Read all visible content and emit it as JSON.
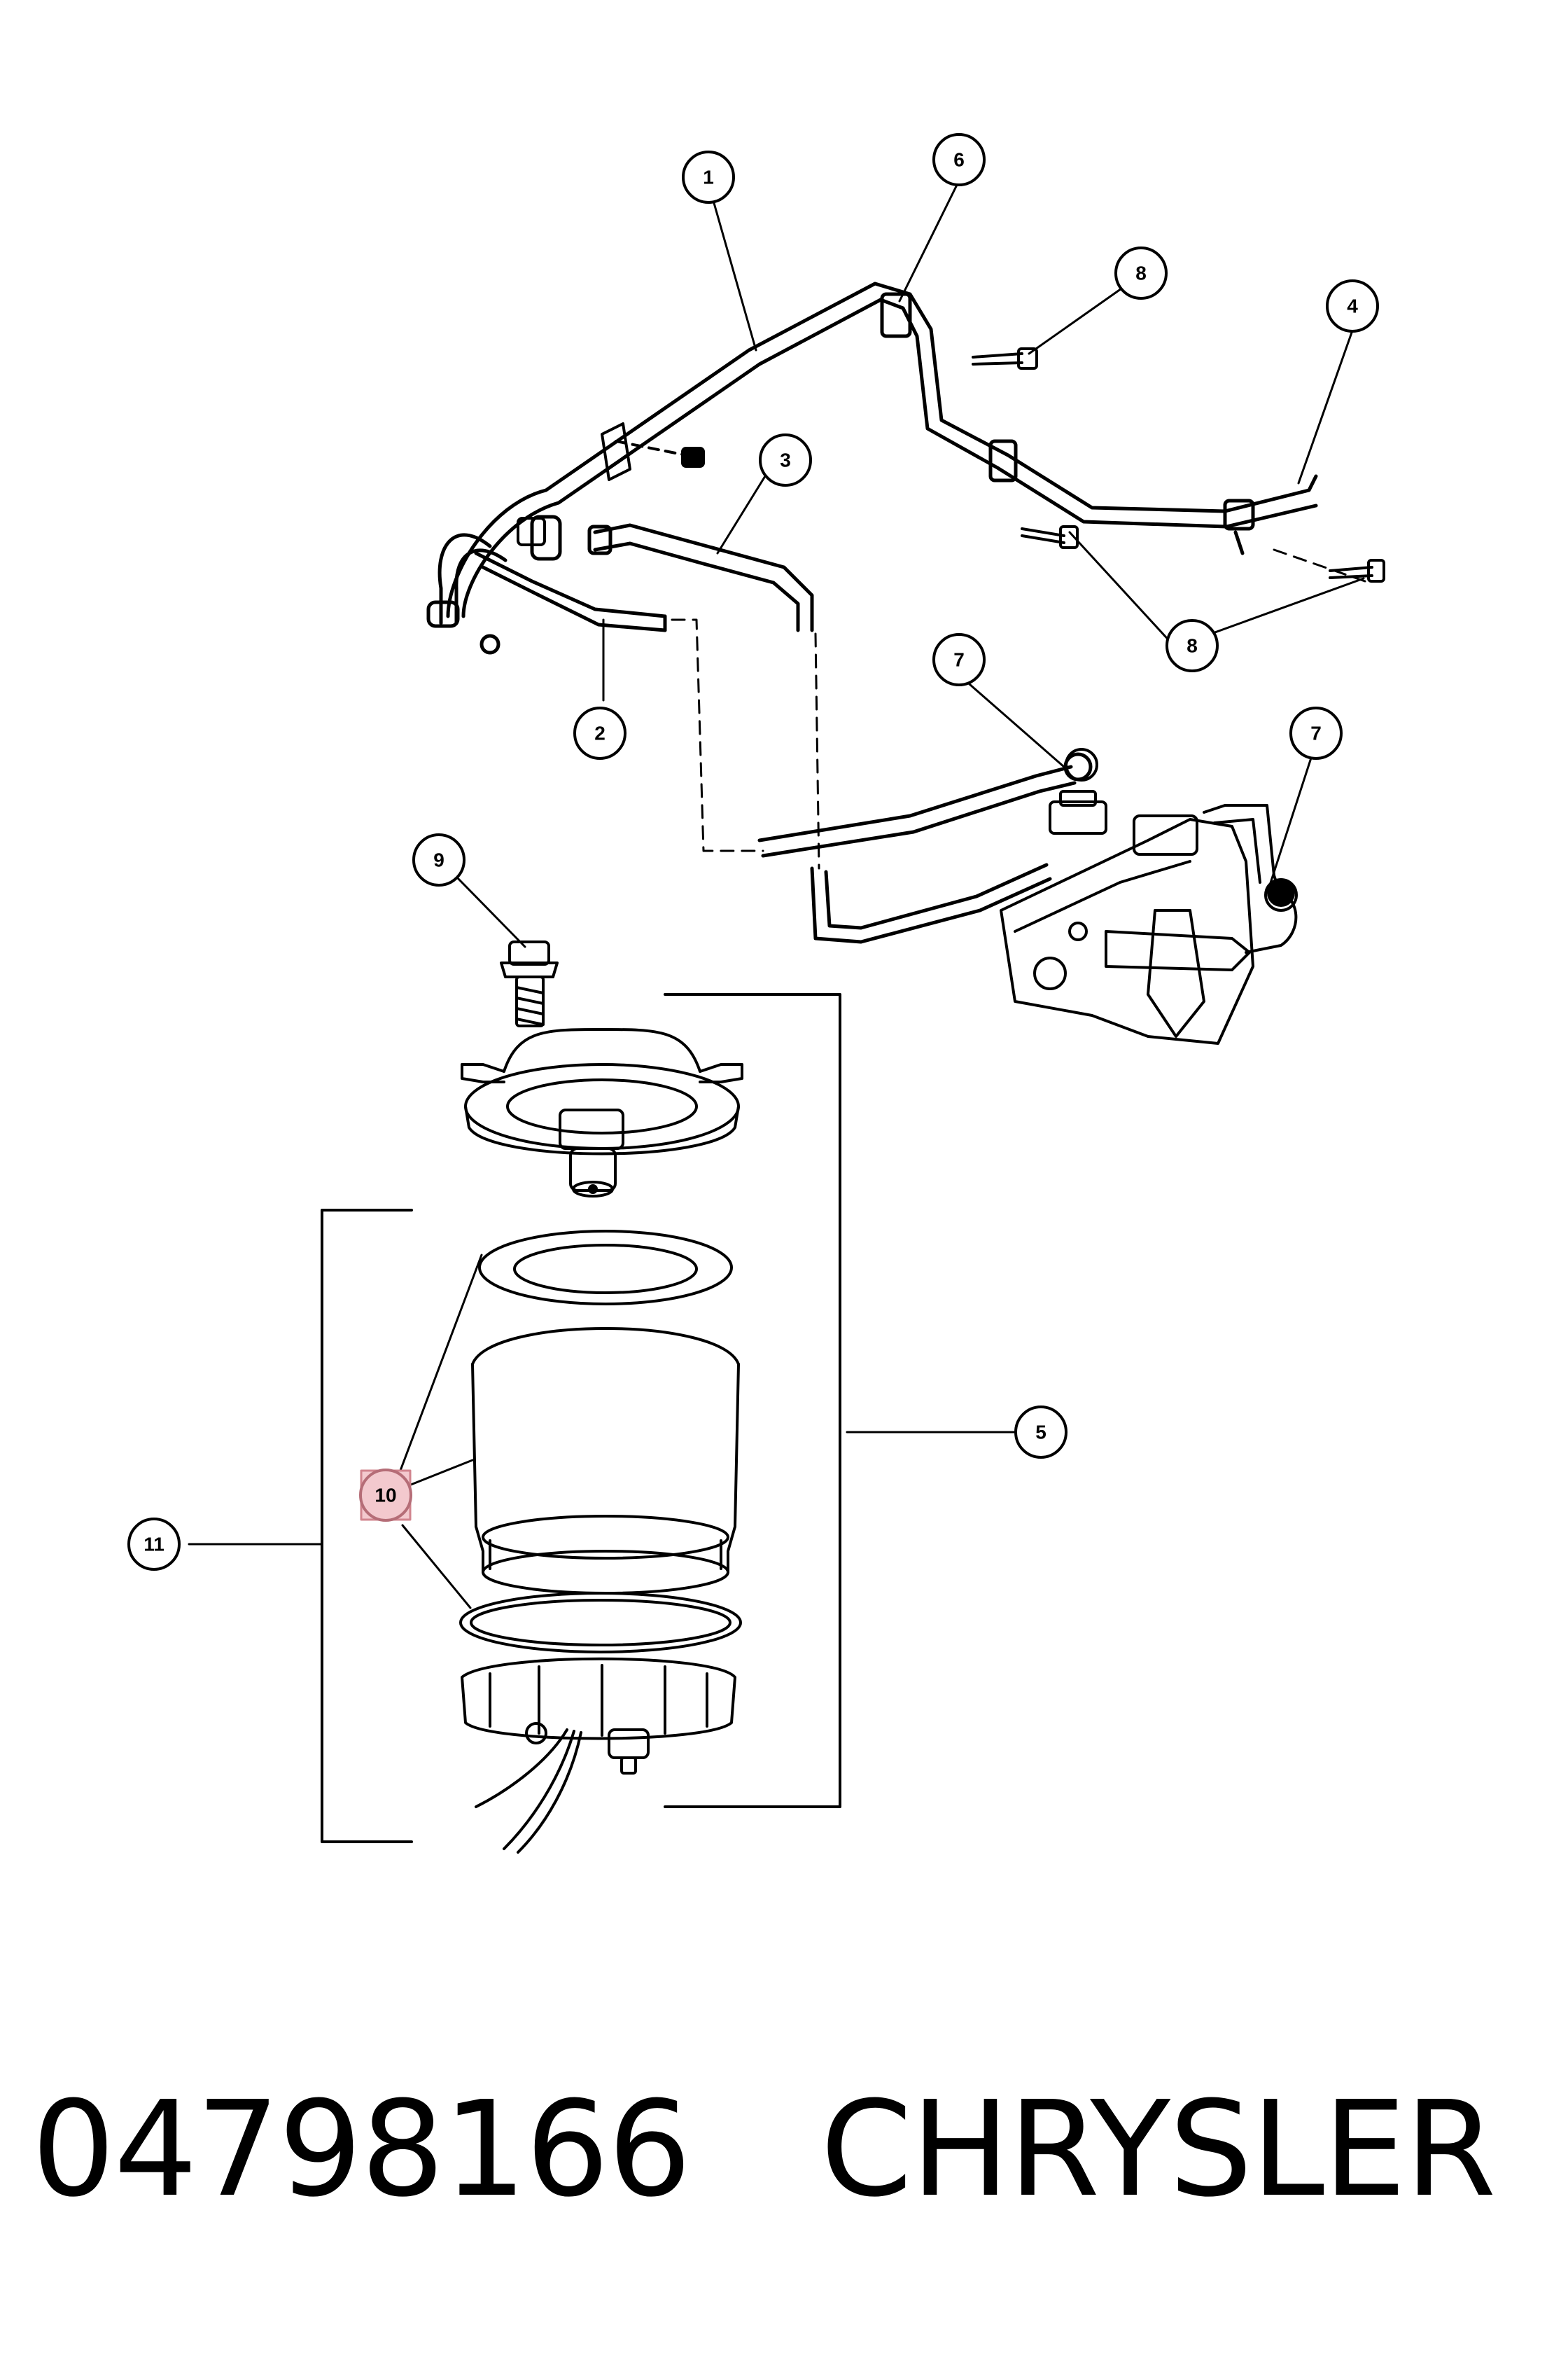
{
  "callouts": {
    "c1": "1",
    "c2": "2",
    "c3": "3",
    "c4": "4",
    "c5": "5",
    "c6": "6",
    "c7a": "7",
    "c7b": "7",
    "c8a": "8",
    "c8b": "8",
    "c9": "9",
    "c10": "10",
    "c11": "11"
  },
  "highlight": {
    "callout": "10",
    "color": "#e8a5ad"
  },
  "caption": {
    "part_number": "04798166",
    "brand": "CHRYSLER"
  }
}
